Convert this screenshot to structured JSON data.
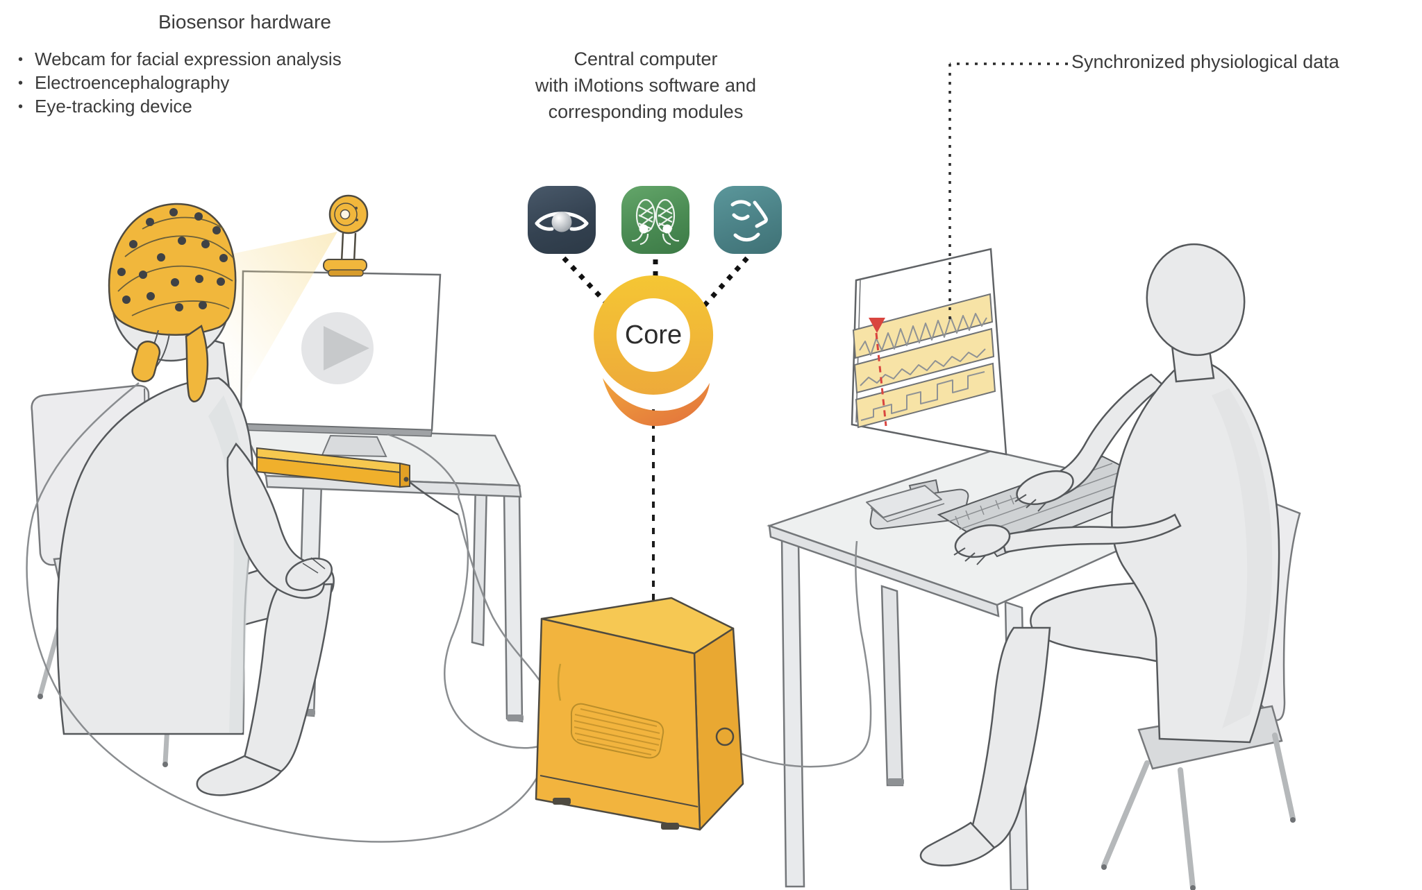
{
  "left_panel": {
    "title": "Biosensor hardware",
    "items": [
      "Webcam for facial expression analysis",
      "Electroencephalography",
      "Eye-tracking device"
    ]
  },
  "center_panel": {
    "lines": [
      "Central computer",
      "with iMotions software and",
      "corresponding modules"
    ],
    "core_label": "Core",
    "modules": [
      {
        "icon": "eye-icon",
        "meaning": "eye-tracking module",
        "color": "#3d4f5d"
      },
      {
        "icon": "brain-icon",
        "meaning": "EEG module",
        "color": "#4c8f55"
      },
      {
        "icon": "face-icon",
        "meaning": "facial expression module",
        "color": "#4d898d"
      }
    ]
  },
  "right_panel": {
    "label": "Synchronized physiological data"
  },
  "icons": {
    "play": "play-icon",
    "core_ring": "core-ring-logo",
    "webcam": "webcam",
    "power": "power-button"
  },
  "colors": {
    "accent_yellow": "#f1b73c",
    "accent_orange": "#e5763d",
    "marker_red": "#d9453f",
    "signal_panel": "#f7e3a6",
    "silhouette_gray": "#e9eaeb",
    "text": "#3b3b3b"
  }
}
